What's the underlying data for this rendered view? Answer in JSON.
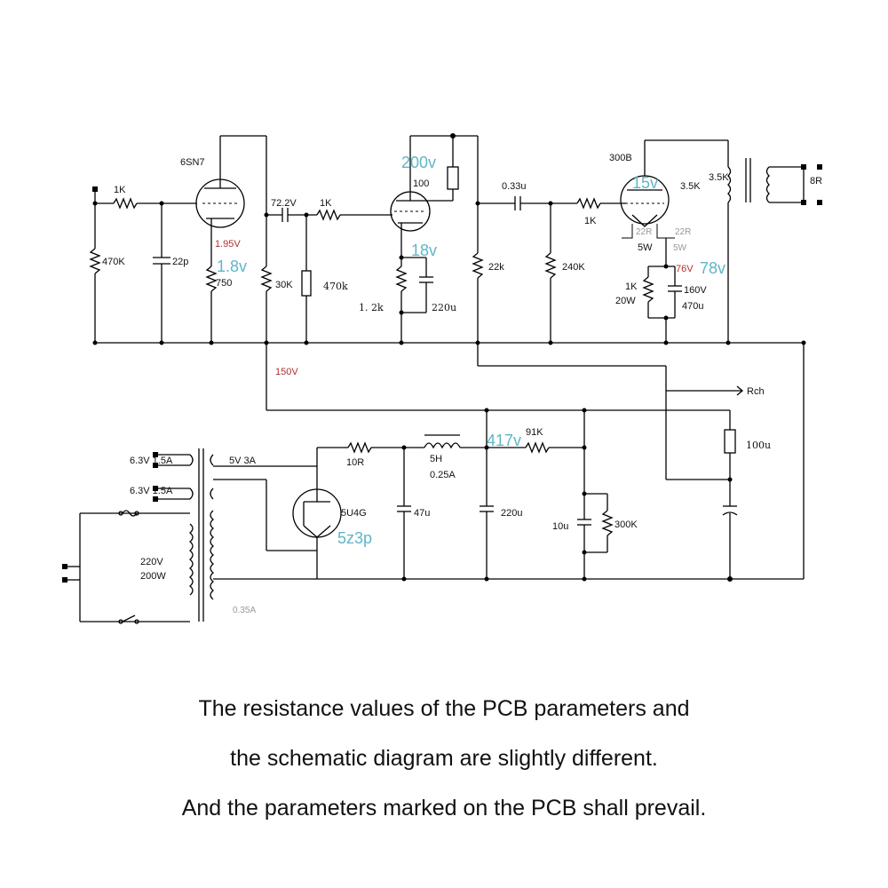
{
  "labels": {
    "t6sn7": "6SN7",
    "r1k_in": "1K",
    "r470k_in": "470K",
    "c22p": "22p",
    "v195": "1.95V",
    "v18": "1.8v",
    "r750": "750",
    "v722": "72.2V",
    "r1k_b": "1K",
    "r30k": "30K",
    "r470k_b": "470k",
    "v200": "200v",
    "r100": "100",
    "v18b": "18v",
    "r12k": "1. 2k",
    "c220u": "220u",
    "r22k": "22k",
    "c033": "0.33u",
    "r1k_c": "1K",
    "r240k": "240K",
    "t300b": "300B",
    "v15": "15v",
    "r35k": "3.5K",
    "r35k2": "3.5K",
    "r8": "8R",
    "r22r_a": "22R",
    "r22r_b": "22R",
    "w5a": "5W",
    "w5b": "5W",
    "v76": "76V",
    "v78": "78v",
    "r1k20": "1K",
    "w20": "20W",
    "c160v": "160V",
    "c470u": "470u",
    "v150": "150V",
    "rch": "Rch",
    "r91k": "91K",
    "v417": "417v",
    "l5h": "5H",
    "l025": "0.25A",
    "c100u": "100u",
    "f63a": "6.3V 1.5A",
    "f63b": "6.3V 1.5A",
    "f5v": "5V 3A",
    "r10r": "10R",
    "t5u4g": "5U4G",
    "t5z3p": "5z3p",
    "c47u": "47u",
    "c220u2": "220u",
    "c10u": "10u",
    "r300k": "300K",
    "v220": "220V",
    "w200": "200W",
    "i035": "0.35A"
  },
  "caption": {
    "line1": "The resistance values of the PCB parameters and",
    "line2": "the schematic diagram are slightly different.",
    "line3": "And the parameters marked on the PCB shall prevail."
  }
}
